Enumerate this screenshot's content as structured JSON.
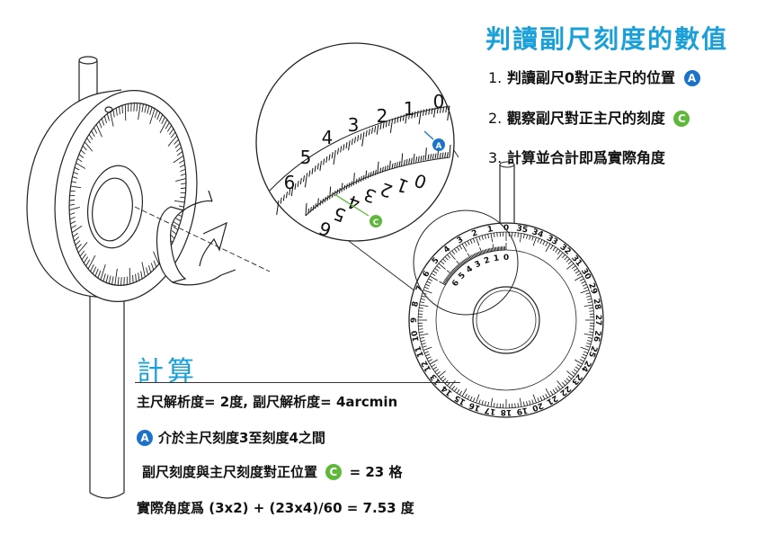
{
  "title": "判讀副尺刻度的數值",
  "steps": [
    {
      "num": "1.",
      "text": "判讀副尺0對正主尺的位置",
      "badge": "A"
    },
    {
      "num": "2.",
      "text": "觀察副尺對正主尺的刻度",
      "badge": "C"
    },
    {
      "num": "3.",
      "text": "計算並合計即爲實際角度"
    }
  ],
  "calc": {
    "title": "計算",
    "line1": "主尺解析度= 2度, 副尺解析度= 4arcmin",
    "line2_badge": "A",
    "line2": "介於主尺刻度3至刻度4之間",
    "line3_pre": "副尺刻度與主尺刻度對正位置",
    "line3_badge": "C",
    "line3_post": "= 23 格",
    "line4": "實際角度爲 (3x2) + (23x4)/60 = 7.53 度"
  },
  "zoom_labels": {
    "main_scale": [
      "0",
      "1",
      "2",
      "3",
      "4",
      "5",
      "6"
    ],
    "vernier_scale": [
      "0",
      "1",
      "2",
      "3",
      "4",
      "5",
      "6"
    ],
    "badge_a": "A",
    "badge_c": "C"
  },
  "dial_labels": {
    "main_scale": [
      "0",
      "1",
      "2",
      "3",
      "4",
      "5",
      "6",
      "7",
      "8",
      "9",
      "10",
      "11",
      "12",
      "13",
      "14",
      "15",
      "16",
      "17",
      "18",
      "19",
      "20",
      "21",
      "22",
      "23",
      "24",
      "25",
      "26",
      "27",
      "28",
      "29",
      "30",
      "31",
      "32",
      "33",
      "34",
      "35"
    ],
    "vernier_scale": [
      "0",
      "1",
      "2",
      "3",
      "4",
      "5",
      "6"
    ]
  },
  "colors": {
    "accent": "#1aa0d8",
    "badge_a": "#1a73c8",
    "badge_c": "#5fb83a"
  }
}
